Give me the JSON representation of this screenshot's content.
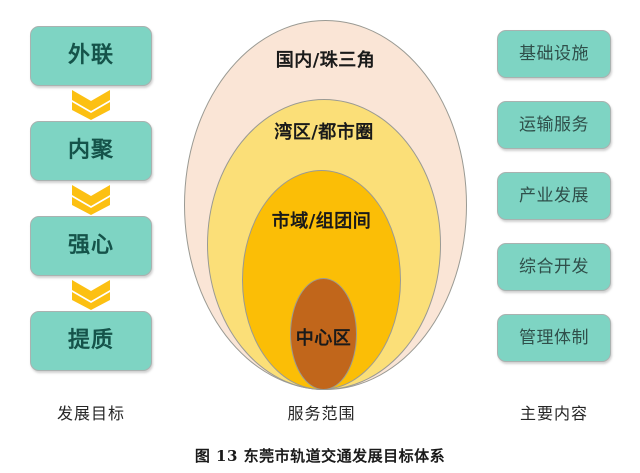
{
  "figure": {
    "caption": "图 13 东莞市轨道交通发展目标体系"
  },
  "left_column": {
    "caption": "发展目标",
    "items": [
      {
        "label": "外联"
      },
      {
        "label": "内聚"
      },
      {
        "label": "强心"
      },
      {
        "label": "提质"
      }
    ],
    "connector_icon": "double-chevron-down-icon",
    "box_color": "#7ed4c3",
    "text_color": "#15534a",
    "connector_color": "#fcc012"
  },
  "center_column": {
    "caption": "服务范围",
    "rings": [
      {
        "label": "国内/珠三角",
        "color": "#fae5d6"
      },
      {
        "label": "湾区/都市圈",
        "color": "#fbdf78"
      },
      {
        "label": "市域/组团间",
        "color": "#fbbe06"
      },
      {
        "label": "中心区",
        "color": "#c1661b"
      }
    ]
  },
  "right_column": {
    "caption": "主要内容",
    "items": [
      {
        "label": "基础设施"
      },
      {
        "label": "运输服务"
      },
      {
        "label": "产业发展"
      },
      {
        "label": "综合开发"
      },
      {
        "label": "管理体制"
      }
    ],
    "box_color": "#7ed4c3",
    "text_color": "#2f4f4a"
  }
}
